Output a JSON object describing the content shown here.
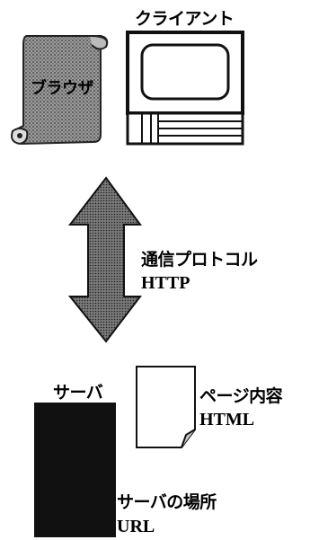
{
  "client": {
    "title": "クライアント",
    "browser_label": "ブラウザ"
  },
  "protocol": {
    "title": "通信プロトコル",
    "name": "HTTP"
  },
  "server": {
    "title": "サーバ",
    "page_title": "ページ内容",
    "page_format": "HTML",
    "location_title": "サーバの場所",
    "location_format": "URL"
  }
}
